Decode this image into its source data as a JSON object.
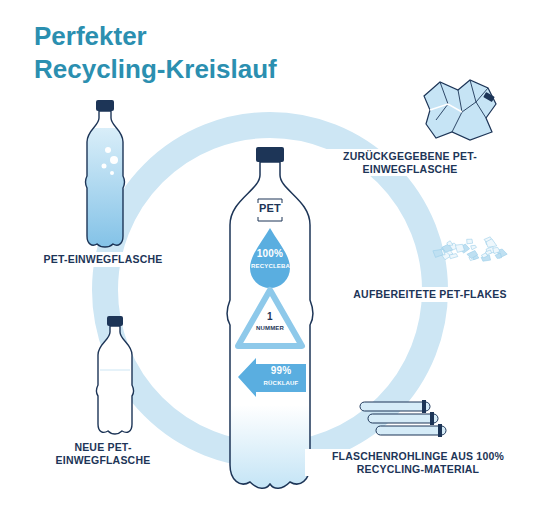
{
  "diagram": {
    "title": "Perfekter Recycling-Kreislauf",
    "labels": [
      "PET-EINWEGFLASCHE",
      "ZURÜCKGEGEBENE PET-EINWEGFLASCHE",
      "AUFBEREITETE PET-FLAKES",
      "NEUE PET-EINWEGFLASCHE",
      "FLASCHENROHLINGE AUS 100% RECYCLING-MATERIAL",
      "PET",
      "100%",
      "RECYCLEBAR",
      "1",
      "NUMMER",
      "99%",
      "RÜCKLAUF"
    ]
  }
}
